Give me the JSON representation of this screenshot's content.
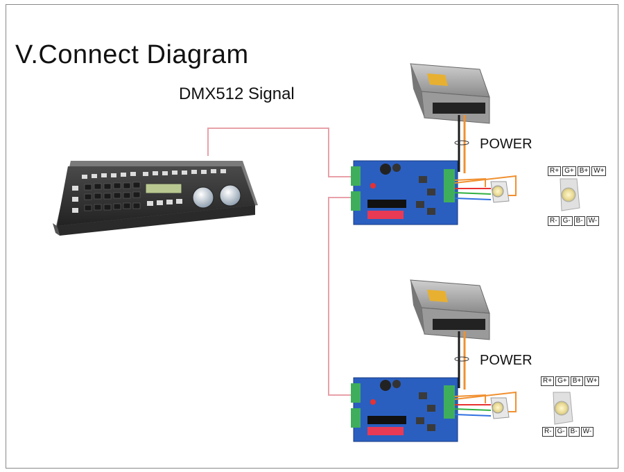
{
  "title": "V.Connect Diagram",
  "signal_label": "DMX512 Signal",
  "units": [
    {
      "power_label": "POWER",
      "pins_top": [
        "R+",
        "G+",
        "B+",
        "W+"
      ],
      "pins_bottom": [
        "R-",
        "G-",
        "B-",
        "W-"
      ]
    },
    {
      "power_label": "POWER",
      "pins_top": [
        "R+",
        "G+",
        "B+",
        "W+"
      ],
      "pins_bottom": [
        "R-",
        "G-",
        "B-",
        "W-"
      ]
    }
  ],
  "colors": {
    "dmx_wire": "#e8a0a8",
    "power_wire_dark": "#1a1a1a",
    "power_wire_orange": "#f09030",
    "decoder_board": "#2a5fc0",
    "terminal_green": "#3fae5c",
    "dip_switch": "#e83a55",
    "rgb_red": "#e83030",
    "rgb_green": "#30b040",
    "rgb_blue": "#3070e0"
  }
}
